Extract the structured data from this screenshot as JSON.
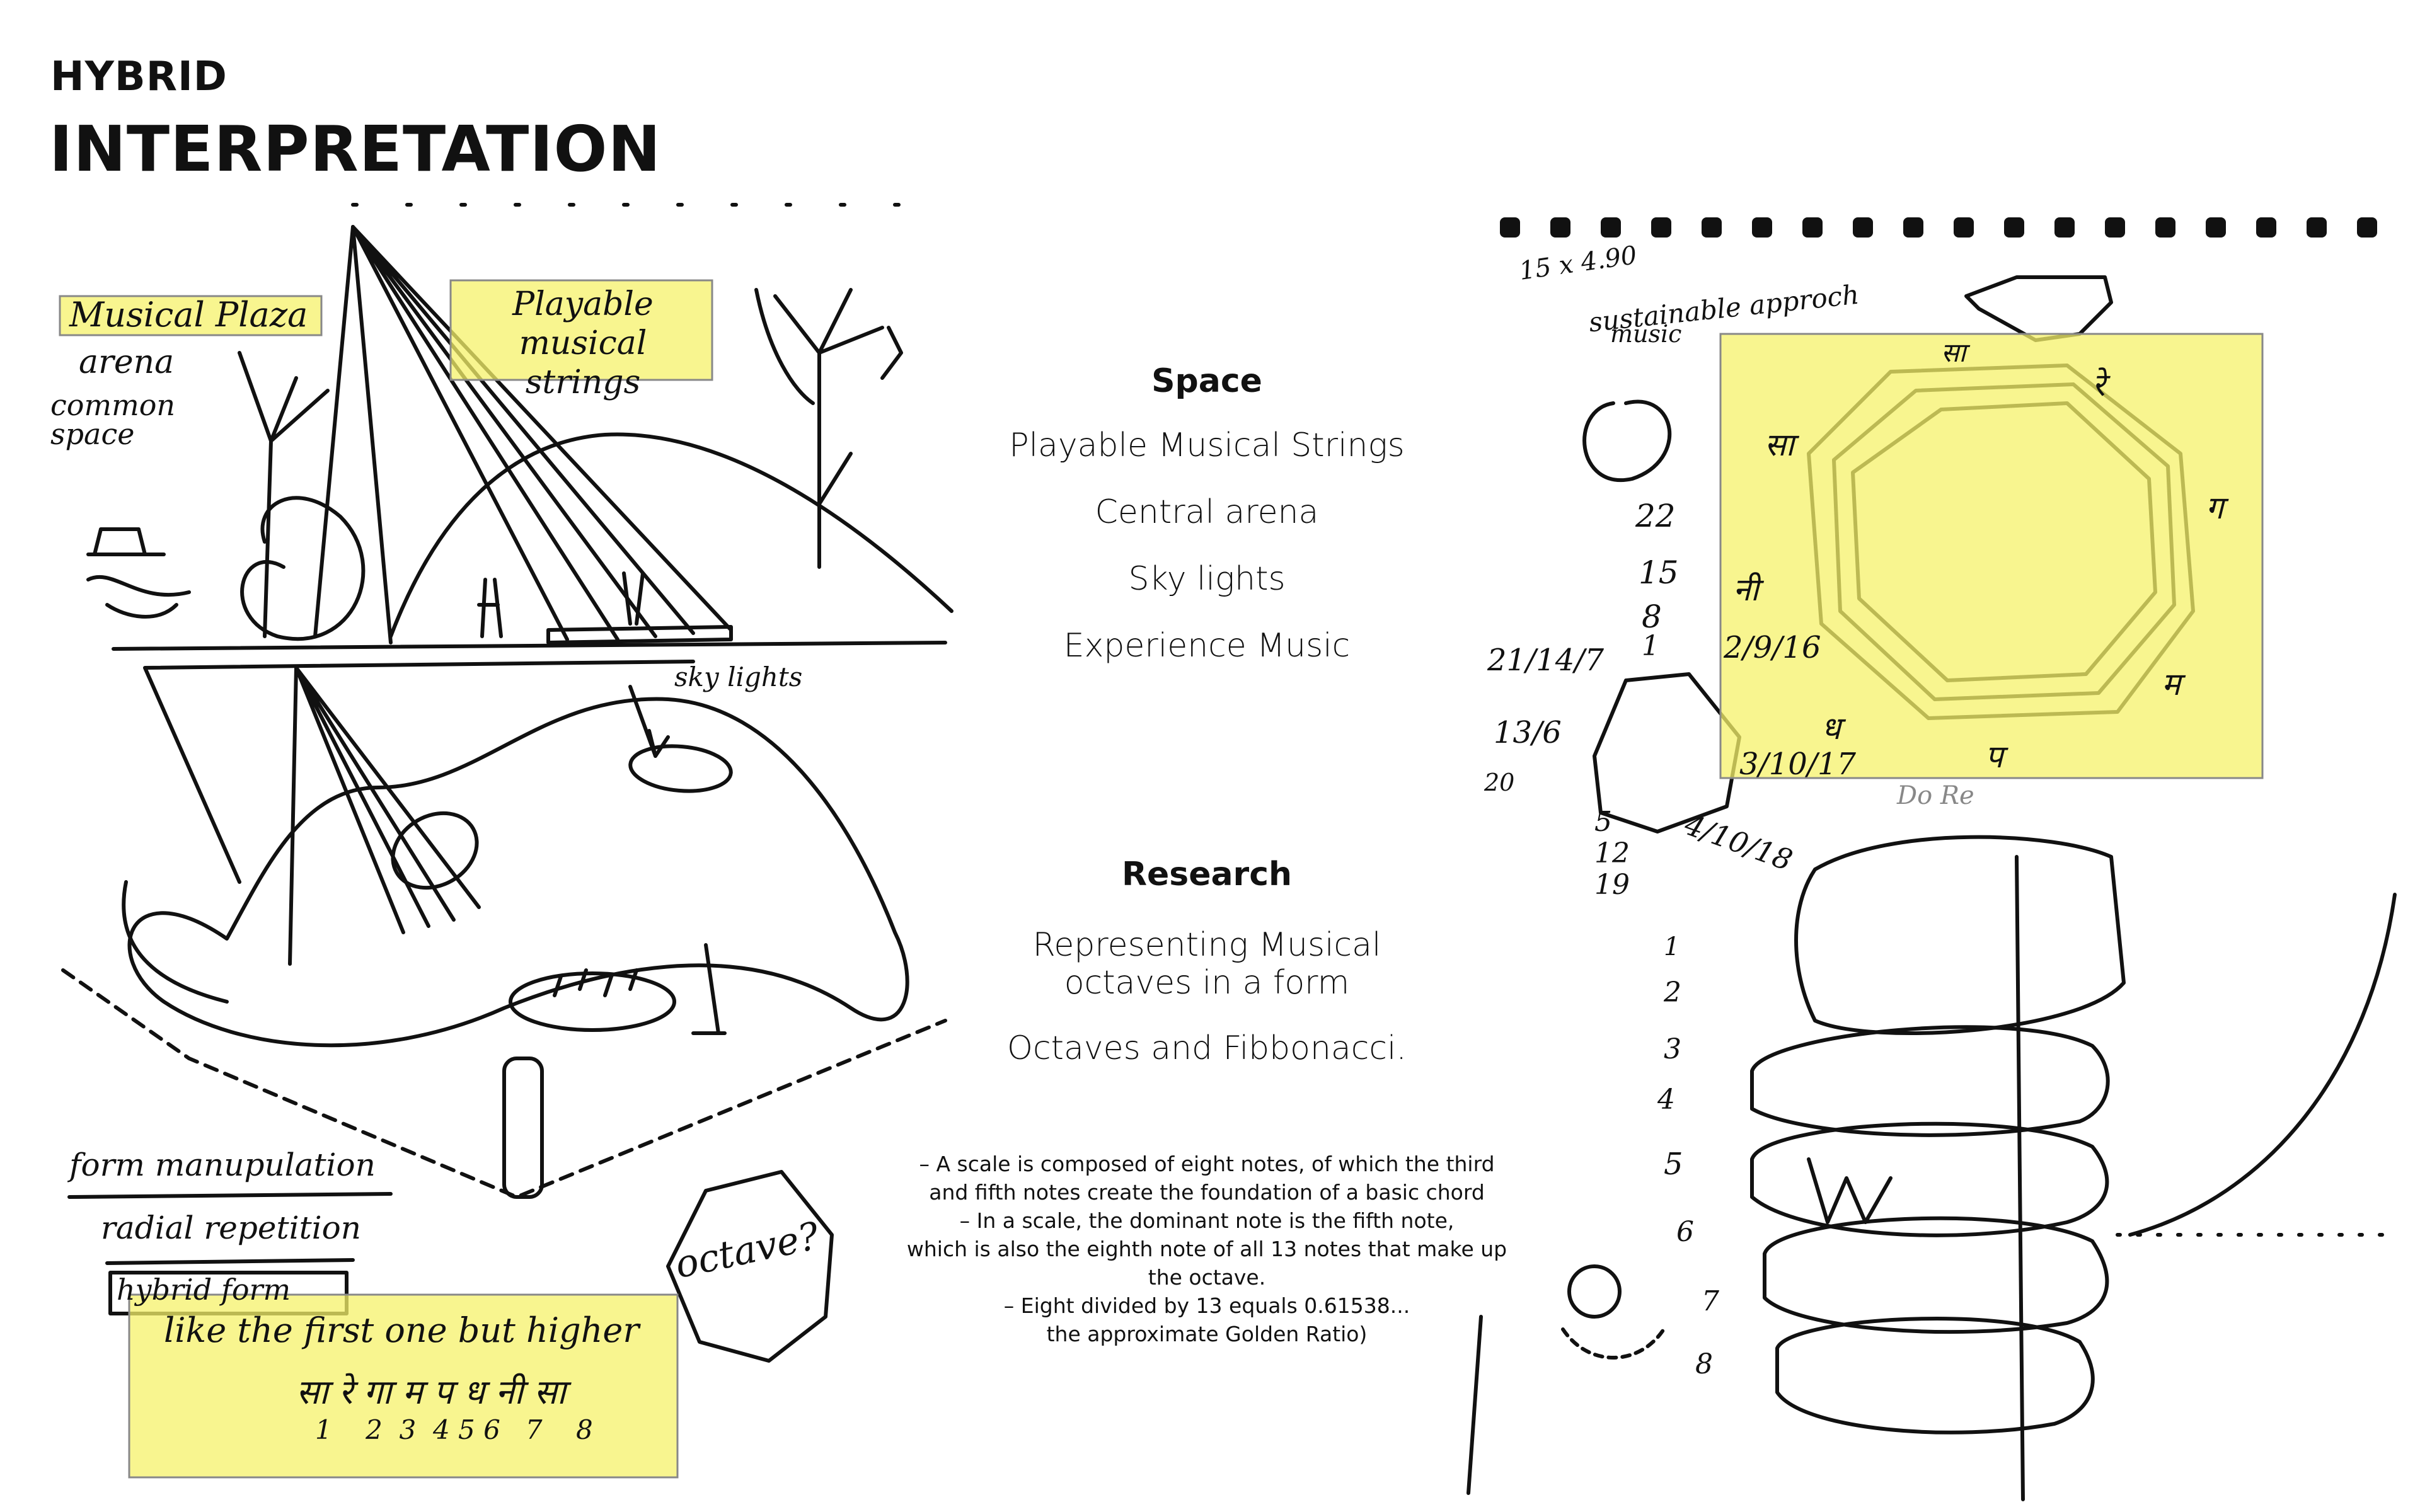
{
  "header": {
    "small": "HYBRID",
    "big": "INTERPRETATION"
  },
  "space": {
    "heading": "Space",
    "items": [
      "Playable Musical Strings",
      "Central arena",
      "Sky lights",
      "Experience Music"
    ]
  },
  "research": {
    "heading": "Research",
    "items": [
      "Representing Musical octaves in a form",
      "Octaves and Fibbonacci."
    ]
  },
  "notes": [
    "– A scale is composed of eight notes, of which the third",
    "and fifth notes create the foundation of a basic chord",
    "– In a scale, the dominant note is the fifth note,",
    "which is also the eighth note of all  13 notes that make up",
    "the octave.",
    "– Eight divided by 13 equals 0.61538...",
    "the approximate Golden Ratio)"
  ],
  "handwriting": {
    "musical_plaza": "Musical Plaza",
    "arena": "arena",
    "common_space": "common space",
    "playable_strings": "Playable musical strings",
    "sky_lights": "sky lights",
    "form_manipulation": "form manupulation",
    "radial_repetition": "radial repetition",
    "hybrid_form": "hybrid form",
    "like_first": "like the first one but higher",
    "sargam": "सा  रे  गा  म प ध  नी  सा",
    "sargam_numbers": "1    2  3  4 5 6   7    8",
    "octave": "octave?",
    "sustainable": "sustainable approch",
    "music": "music",
    "dim": "15 x 4.90",
    "fib_22": "22",
    "fib_15": "15",
    "fib_8": "8",
    "fib_1": "1",
    "fib_21_14_7": "21/14/7",
    "fib_13_6": "13/6",
    "fib_20": "20",
    "fib_2_9_16": "2/9/16",
    "fib_3_10_17": "3/10/17",
    "fib_5_12_19": "5 12 19",
    "fib_4_10_18": "4/10/18",
    "do_re": "Do Re",
    "count": [
      "1",
      "2",
      "3",
      "4",
      "5",
      "6",
      "7",
      "8"
    ],
    "swara": [
      "सा",
      "रे",
      "ग",
      "म",
      "प",
      "ध",
      "नी"
    ],
    "swara_top": "सा"
  },
  "colors": {
    "highlight": "#f5f16a",
    "ink": "#111111"
  }
}
